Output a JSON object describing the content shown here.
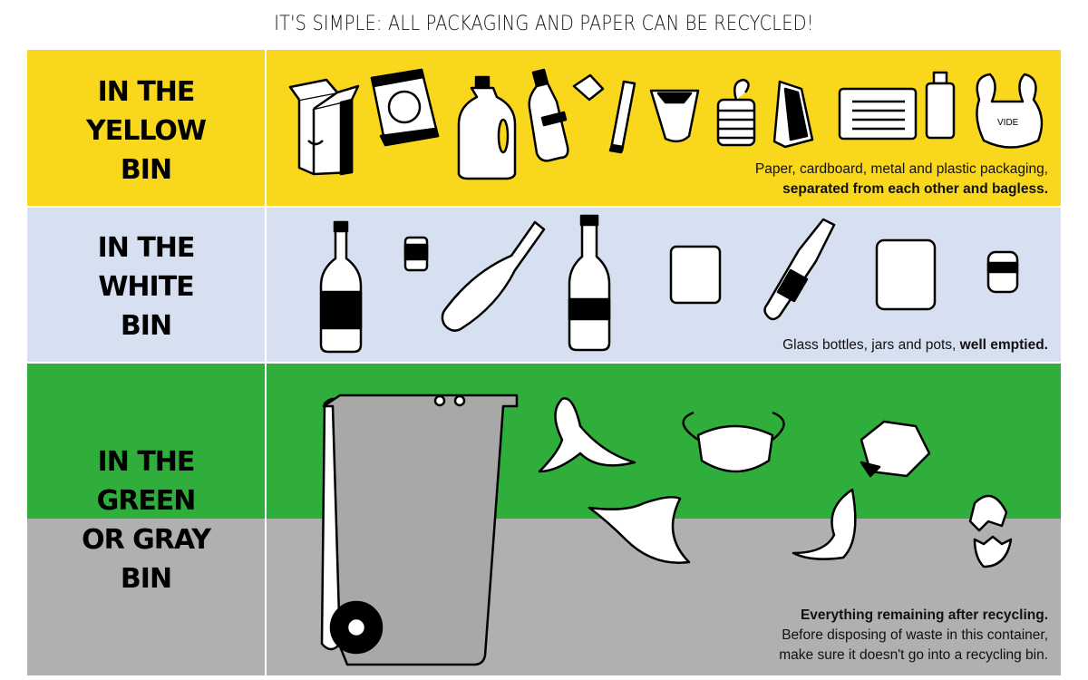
{
  "title": "IT'S SIMPLE: ALL PACKAGING AND PAPER CAN BE RECYCLED!",
  "bins": [
    {
      "label_lines": [
        "IN THE",
        "YELLOW",
        "BIN"
      ],
      "color": "#f9d71c",
      "description": "Paper, cardboard, metal and plastic packaging,",
      "description_bold": "separated from each other and bagless."
    },
    {
      "label_lines": [
        "IN THE",
        "WHITE",
        "BIN"
      ],
      "color": "#d6e0f1",
      "description": "Glass bottles, jars and pots, ",
      "description_bold": "well emptied."
    },
    {
      "label_lines": [
        "IN THE",
        "GREEN",
        "OR GRAY",
        "BIN"
      ],
      "color": "#2fae3c",
      "color2": "#b1b0b1",
      "description_bold": "Everything remaining after recycling.",
      "description": "Before disposing of waste in this container,",
      "description2": "make sure it doesn't go into a recycling bin."
    }
  ],
  "bag_text": "VIDE"
}
